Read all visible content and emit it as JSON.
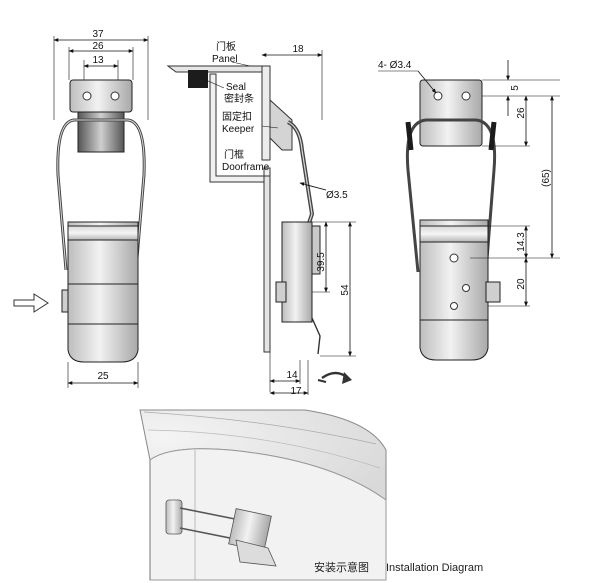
{
  "front_view": {
    "dims": {
      "total_width": "37",
      "inner_width": "26",
      "plate_width": "13",
      "hook_width": "25"
    }
  },
  "side_view": {
    "labels": {
      "panel_cn": "门板",
      "panel_en": "Panel",
      "seal_en": "Seal",
      "seal_cn": "密封条",
      "keeper_cn": "固定扣",
      "keeper_en": "Keeper",
      "doorframe_cn": "门框",
      "doorframe_en": "Doorframe"
    },
    "dims": {
      "top": "18",
      "wire_dia": "Ø3.5",
      "height_a": "39.5",
      "height_b": "54",
      "bottom_a": "14",
      "bottom_b": "17"
    }
  },
  "rear_view": {
    "dims": {
      "holes": "4- Ø3.4",
      "top_a": "5",
      "top_b": "26",
      "total": "(65)",
      "mid": "14.3",
      "lower": "20"
    }
  },
  "installation": {
    "caption_cn": "安装示意图",
    "caption_en": "Installation Diagram"
  }
}
